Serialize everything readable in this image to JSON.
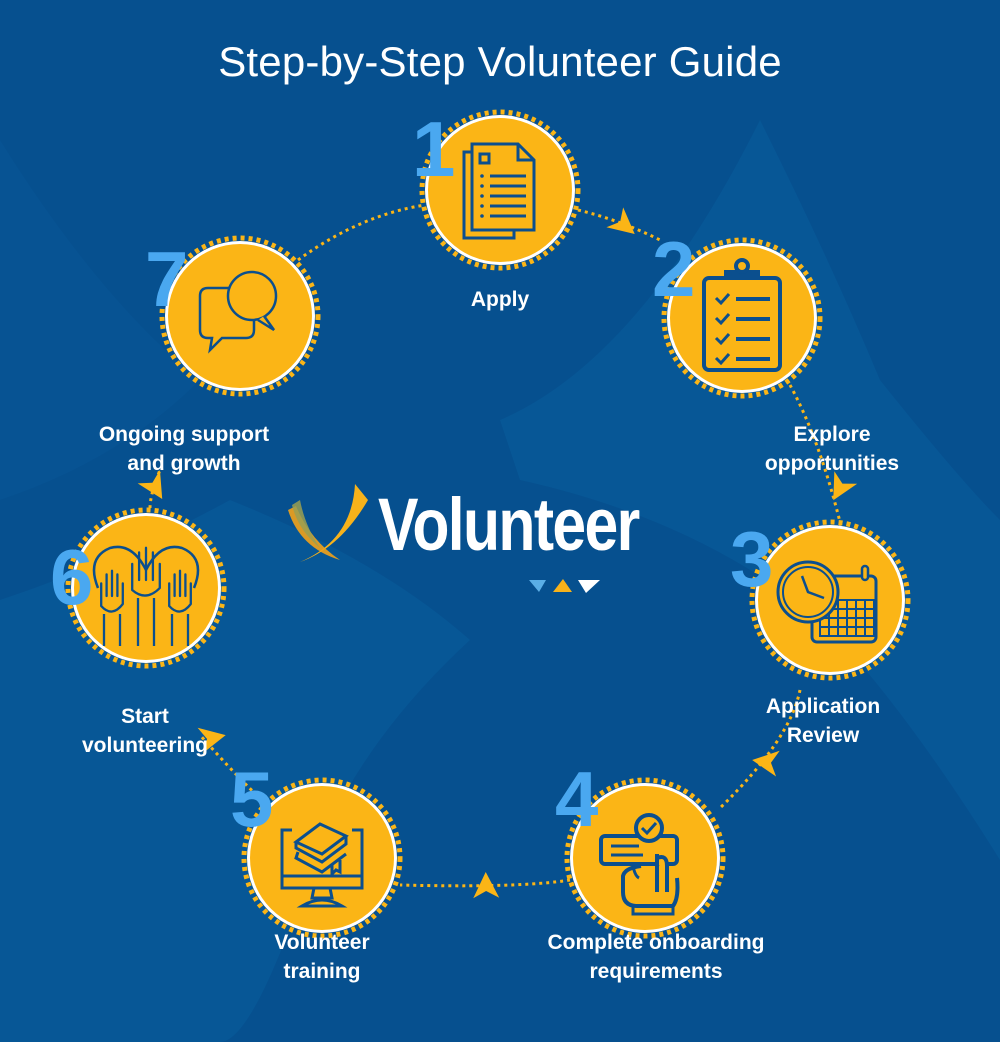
{
  "title": "Step-by-Step Volunteer Guide",
  "logo": {
    "text": "Volunteer",
    "icon": "bird-swoosh-icon",
    "accent_marks": [
      "light-blue",
      "yellow",
      "white"
    ]
  },
  "colors": {
    "background": "#06508f",
    "circle_fill": "#fbb516",
    "dots": "#fbb516",
    "number": "#4aa8f0",
    "icon_stroke": "#0b4f8e",
    "label": "#ffffff"
  },
  "steps": [
    {
      "number": "1",
      "label_lines": [
        "Apply"
      ],
      "icon": "document-icon"
    },
    {
      "number": "2",
      "label_lines": [
        "Explore",
        "opportunities"
      ],
      "icon": "clipboard-checklist-icon"
    },
    {
      "number": "3",
      "label_lines": [
        "Application",
        "Review"
      ],
      "icon": "clock-calendar-icon"
    },
    {
      "number": "4",
      "label_lines": [
        "Complete onboarding",
        "requirements"
      ],
      "icon": "hand-click-check-icon"
    },
    {
      "number": "5",
      "label_lines": [
        "Volunteer",
        "training"
      ],
      "icon": "books-monitor-icon"
    },
    {
      "number": "6",
      "label_lines": [
        "Start",
        "volunteering"
      ],
      "icon": "raised-hands-heart-icon"
    },
    {
      "number": "7",
      "label_lines": [
        "Ongoing support",
        "and growth"
      ],
      "icon": "chat-bubbles-icon"
    }
  ]
}
